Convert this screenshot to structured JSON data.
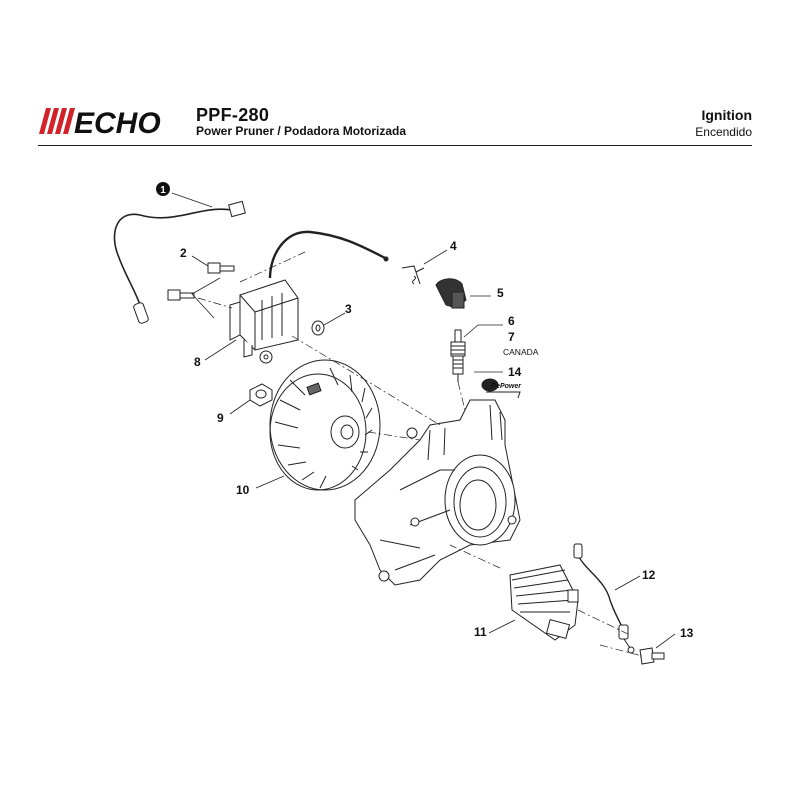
{
  "header": {
    "brand": "ECHO",
    "model": "PPF-280",
    "subtitle": "Power Pruner / Podadora Motorizada",
    "section_en": "Ignition",
    "section_es": "Encendido"
  },
  "callouts": [
    {
      "id": "c1",
      "text": "1"
    },
    {
      "id": "c2",
      "text": "2"
    },
    {
      "id": "c3",
      "text": "3"
    },
    {
      "id": "c4",
      "text": "4"
    },
    {
      "id": "c5",
      "text": "5"
    },
    {
      "id": "c6",
      "text": "6"
    },
    {
      "id": "c7",
      "text": "7"
    },
    {
      "id": "c8",
      "text": "8"
    },
    {
      "id": "c9",
      "text": "9"
    },
    {
      "id": "c10",
      "text": "10"
    },
    {
      "id": "c11",
      "text": "11"
    },
    {
      "id": "c12",
      "text": "12"
    },
    {
      "id": "c13",
      "text": "13"
    },
    {
      "id": "c14",
      "text": "14"
    }
  ],
  "notes": {
    "canada": "CANADA",
    "repower": "RePower"
  }
}
